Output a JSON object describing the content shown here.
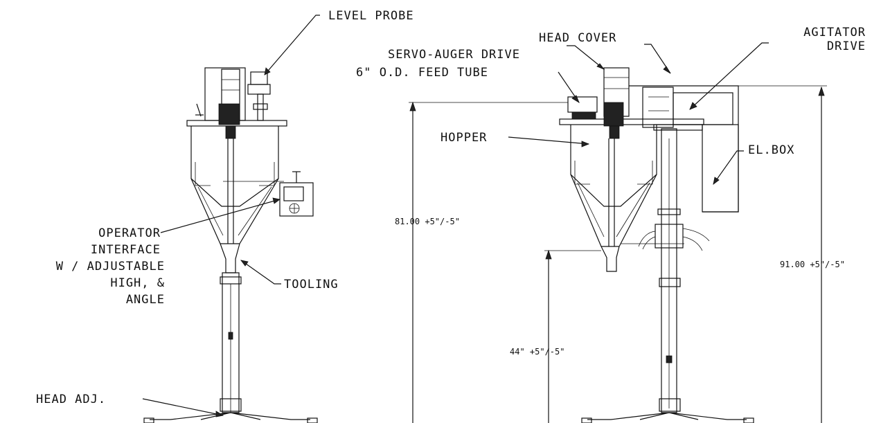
{
  "labels": {
    "level_probe": "LEVEL PROBE",
    "operator_interface": [
      "OPERATOR",
      "INTERFACE",
      "W / ADJUSTABLE",
      "HIGH, &",
      "ANGLE"
    ],
    "tooling": "TOOLING",
    "head_adj": "HEAD ADJ.",
    "head_cover": "HEAD COVER",
    "agitator_drive": [
      "AGITATOR",
      "DRIVE"
    ],
    "servo_auger_drive": "SERVO-AUGER DRIVE",
    "feed_tube": "6\" O.D. FEED TUBE",
    "hopper": "HOPPER",
    "el_box": "EL.BOX"
  },
  "dimensions": {
    "overall_height_to_hopper": "81.00 +5\"/-5\"",
    "overall_height_to_cover": "91.00 +5\"/-5\"",
    "discharge_height": "44\" +5\"/-5\""
  }
}
